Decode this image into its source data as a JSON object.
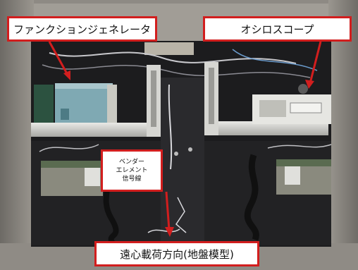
{
  "labels": {
    "function_generator": "ファンクションジェネレータ",
    "oscilloscope": "オシロスコープ",
    "bender_element_signal": [
      "ベンダー",
      "エレメント",
      "信号線"
    ],
    "loading_direction": "遠心載荷方向(地盤模型)"
  },
  "colors": {
    "annotation": "#d21e1e"
  }
}
